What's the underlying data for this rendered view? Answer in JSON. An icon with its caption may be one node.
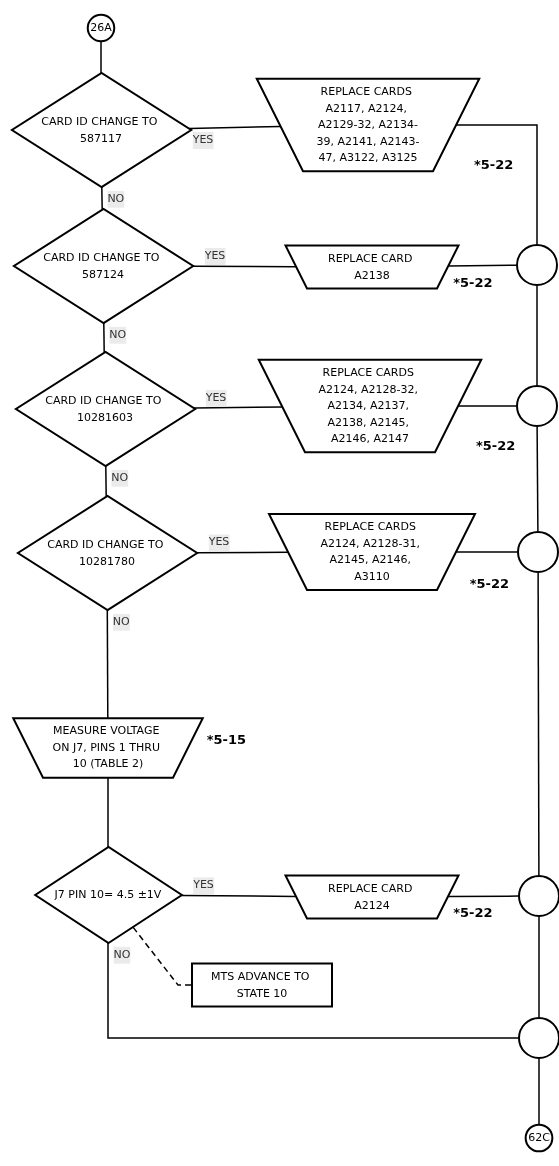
{
  "diagram": {
    "nodes": [
      {
        "text": [
          "26A"
        ]
      },
      {
        "text": [
          "CARD ID CHANGE TO 587117"
        ]
      },
      {
        "text": [
          "REPLACE CARDS A2117, A2124, A2129-32, A2134-39, A2141, A2143-47, A3122, A3125"
        ],
        "beside": [
          "*5-22"
        ]
      },
      {
        "text": [
          "CARD ID CHANGE TO 587124"
        ]
      },
      {
        "text": [
          "REPLACE CARD A2138"
        ],
        "beside": [
          "*5-22"
        ]
      },
      {
        "text": [],
        "shape": "circle"
      },
      {
        "text": [
          "CARD ID CHANGE TO 10281603"
        ]
      },
      {
        "text": [
          "REPLACE CARDS A2124, A2128-32, A2134, A2137, A2138, A2145, A2146, A2147"
        ],
        "beside": [
          "*5-22"
        ]
      },
      {
        "text": [],
        "shape": "circle"
      },
      {
        "text": [
          "CARD ID CHANGE TO 10281780"
        ]
      },
      {
        "text": [
          "REPLACE CARDS A2124, A2128-31, A2145, A2146, A3110"
        ],
        "beside": [
          "*5-22"
        ]
      },
      {
        "text": [],
        "shape": "circle"
      },
      {
        "text": [
          "MEASURE VOLTAGE ON J7, PINS 1 THRU 10 (TABLE 2)"
        ],
        "beside": [
          "*5-15"
        ]
      },
      {
        "text": [
          "J7 PIN 10= 4.5 ±1V"
        ]
      },
      {
        "text": [
          "REPLACE CARD A2124"
        ],
        "beside": [
          "*5-22"
        ]
      },
      {
        "text": [],
        "shape": "circle"
      },
      {
        "text": [
          "MTS ADVANCE TO STATE 10"
        ]
      },
      {
        "text": [],
        "shape": "circle"
      },
      {
        "text": [
          "62C"
        ]
      }
    ],
    "edges": [
      {
        "from": 0,
        "to": 1,
        "arrow": "none"
      },
      {
        "from": 1,
        "to": 3,
        "arrow": "none",
        "label": "NO"
      },
      {
        "from": 3,
        "to": 6,
        "arrow": "none",
        "label": "NO"
      },
      {
        "from": 6,
        "to": 9,
        "arrow": "none",
        "label": "NO"
      },
      {
        "from": 9,
        "to": 12,
        "arrow": "none",
        "label": "NO"
      },
      {
        "from": 12,
        "to": 13,
        "arrow": "none"
      },
      {
        "from": 13,
        "to": 17,
        "arrow": "none",
        "label": "NO"
      },
      {
        "from": 17,
        "to": 18,
        "arrow": "none"
      },
      {
        "from": 1,
        "to": 2,
        "arrow": "none",
        "label": "YES"
      },
      {
        "from": 3,
        "to": 4,
        "arrow": "none",
        "label": "YES"
      },
      {
        "from": 6,
        "to": 7,
        "arrow": "none",
        "label": "YES"
      },
      {
        "from": 9,
        "to": 10,
        "arrow": "none",
        "label": "YES"
      },
      {
        "from": 13,
        "to": 14,
        "arrow": "none",
        "label": "YES"
      },
      {
        "from": 13,
        "to": 16,
        "arrow": "none",
        "style": "dashed"
      },
      {
        "from": 2,
        "to": 5,
        "arrow": "none"
      },
      {
        "from": 4,
        "to": 5,
        "arrow": "none"
      },
      {
        "from": 5,
        "to": 8,
        "arrow": "none"
      },
      {
        "from": 7,
        "to": 8,
        "arrow": "none"
      },
      {
        "from": 8,
        "to": 11,
        "arrow": "none"
      },
      {
        "from": 10,
        "to": 11,
        "arrow": "none"
      },
      {
        "from": 11,
        "to": 15,
        "arrow": "none"
      },
      {
        "from": 14,
        "to": 15,
        "arrow": "none"
      },
      {
        "from": 15,
        "to": 17,
        "arrow": "none"
      }
    ]
  }
}
